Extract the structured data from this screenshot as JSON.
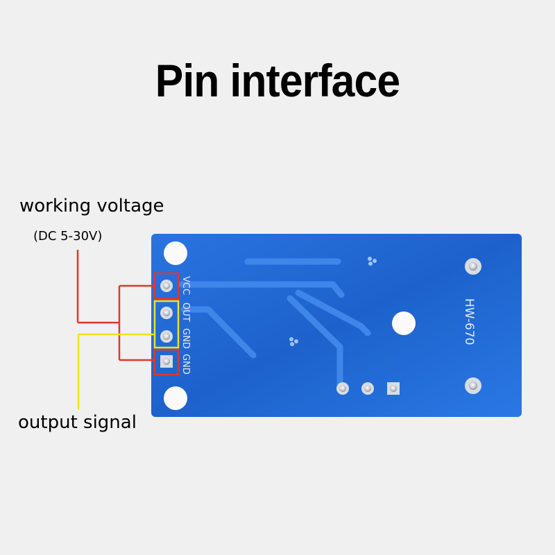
{
  "title": "Pin interface",
  "labels": {
    "working_voltage": "working voltage",
    "voltage_range": "(DC 5-30V)",
    "output_signal": "output signal"
  },
  "board": {
    "model": "HW-670",
    "pins": [
      "VCC",
      "OUT",
      "GND",
      "GND"
    ]
  },
  "colors": {
    "background": "#f0f0f0",
    "pcb": "#1e66d0",
    "power_wire": "#e0362d",
    "signal_wire": "#f2e11a"
  }
}
